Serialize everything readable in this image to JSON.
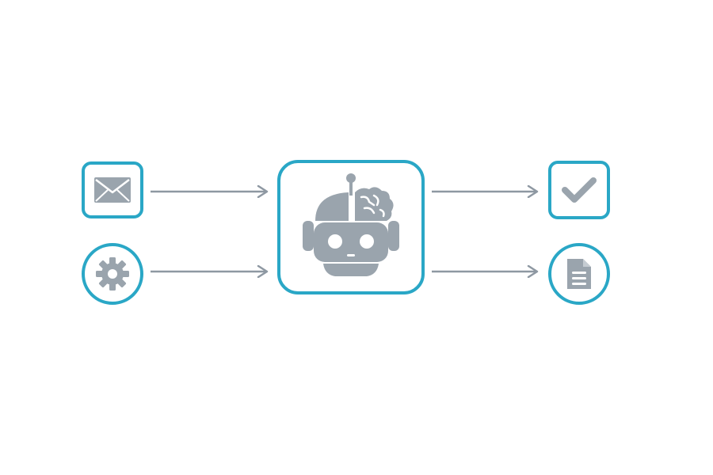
{
  "colors": {
    "accent": "#2aa7c6",
    "icon": "#9aa4ad",
    "arrow": "#8e98a2",
    "background": "#ffffff"
  },
  "inputs": [
    {
      "id": "email",
      "shape": "rounded-square",
      "icon": "envelope-icon"
    },
    {
      "id": "settings",
      "shape": "circle",
      "icon": "gear-icon"
    }
  ],
  "agent": {
    "shape": "rounded-square",
    "icon": "robot-brain-icon"
  },
  "outputs": [
    {
      "id": "approved",
      "shape": "rounded-square",
      "icon": "checkmark-icon"
    },
    {
      "id": "document",
      "shape": "circle",
      "icon": "document-icon"
    }
  ],
  "connections": [
    {
      "from": "email",
      "to": "agent"
    },
    {
      "from": "settings",
      "to": "agent"
    },
    {
      "from": "agent",
      "to": "approved"
    },
    {
      "from": "agent",
      "to": "document"
    }
  ]
}
